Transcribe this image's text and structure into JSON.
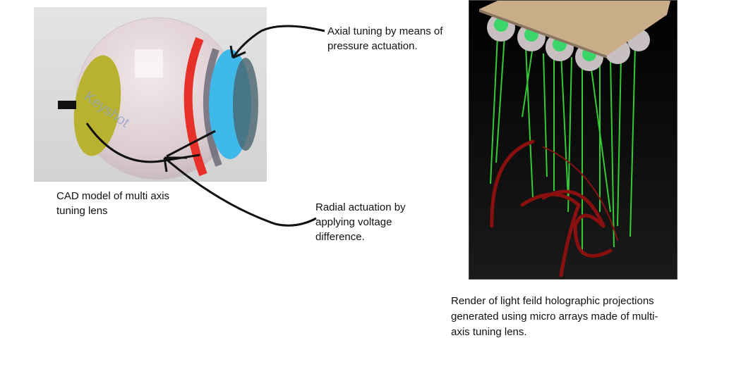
{
  "cad_figure": {
    "watermark": "Keyshot",
    "caption_lines": [
      "CAD model of multi axis",
      "tuning lens"
    ]
  },
  "annotations": {
    "axial": {
      "lines": [
        "Axial tuning by means of",
        "pressure actuation."
      ]
    },
    "radial": {
      "lines": [
        "Radial actuation by",
        "applying voltage",
        "difference."
      ]
    }
  },
  "render_figure": {
    "caption_lines": [
      "Render of light feild holographic projections",
      "generated using micro arrays made of multi-",
      "axis tuning lens."
    ]
  },
  "colors": {
    "ring_red": "#e8302a",
    "lens_blue": "#3fb8ea",
    "lens_yellow": "#b8b230",
    "beam_green": "#39e03a",
    "curve_red": "#8a1010"
  }
}
